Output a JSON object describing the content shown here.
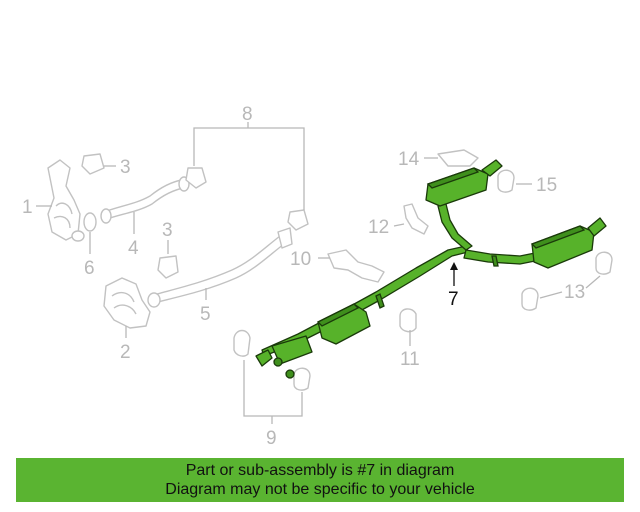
{
  "diagram": {
    "callouts": [
      "1",
      "2",
      "3",
      "3",
      "4",
      "5",
      "6",
      "7",
      "8",
      "9",
      "10",
      "11",
      "12",
      "13",
      "14",
      "15"
    ],
    "highlighted_part": "7",
    "colors": {
      "highlight_fill": "#57b22a",
      "highlight_outline": "#1a3a0a",
      "ghost_outline": "#c2c2c2",
      "callout_text": "#b8b8b8",
      "banner_background": "#5ab431"
    }
  },
  "banner": {
    "line1": "Part or sub-assembly is #7 in diagram",
    "line2": "Diagram may not be specific to your vehicle"
  }
}
